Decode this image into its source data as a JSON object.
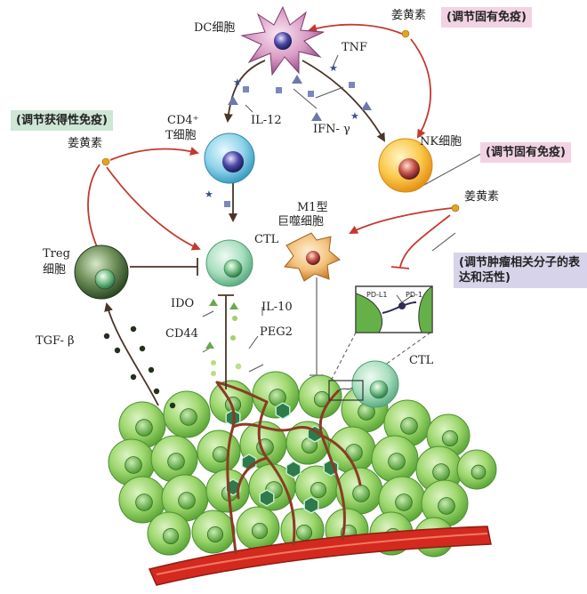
{
  "labels": {
    "dc_cell": "DC细胞",
    "tnf": "TNF",
    "il12": "IL-12",
    "ifn_gamma": "IFN- γ",
    "cd4_t_cell": "CD4⁺ T细胞",
    "cd4_line1": "CD4⁺",
    "cd4_line2": "T细胞",
    "nk_cell": "NK细胞",
    "m1_macrophage_line1": "M1型",
    "m1_macrophage_line2": "巨噬细胞",
    "ctl": "CTL",
    "ctl_right": "CTL",
    "treg_line1": "Treg",
    "treg_line2": "细胞",
    "tgf_beta": "TGF- β",
    "ido": "IDO",
    "il10": "IL-10",
    "cd44": "CD44",
    "peg2": "PEG2",
    "curcumin_top": "姜黄素",
    "curcumin_left": "姜黄素",
    "curcumin_right": "姜黄素",
    "pd_l1": "PD-L1",
    "pd_1": "PD-1"
  },
  "boxes": {
    "innate_top": "(调节固有免疫)",
    "acquired": "(调节获得性免疫)",
    "innate_right": "(调节固有免疫)",
    "tumor_molecules": "(调节肿瘤相关分子的表达和活性)"
  },
  "colors": {
    "arrow_red": "#c4392e",
    "arrow_dark": "#4a3528",
    "tumor_green": "#8ccf5a",
    "box_green": "#cfe6d6",
    "box_pink": "#f1d3e3",
    "box_lavender": "#d7d4ea"
  }
}
